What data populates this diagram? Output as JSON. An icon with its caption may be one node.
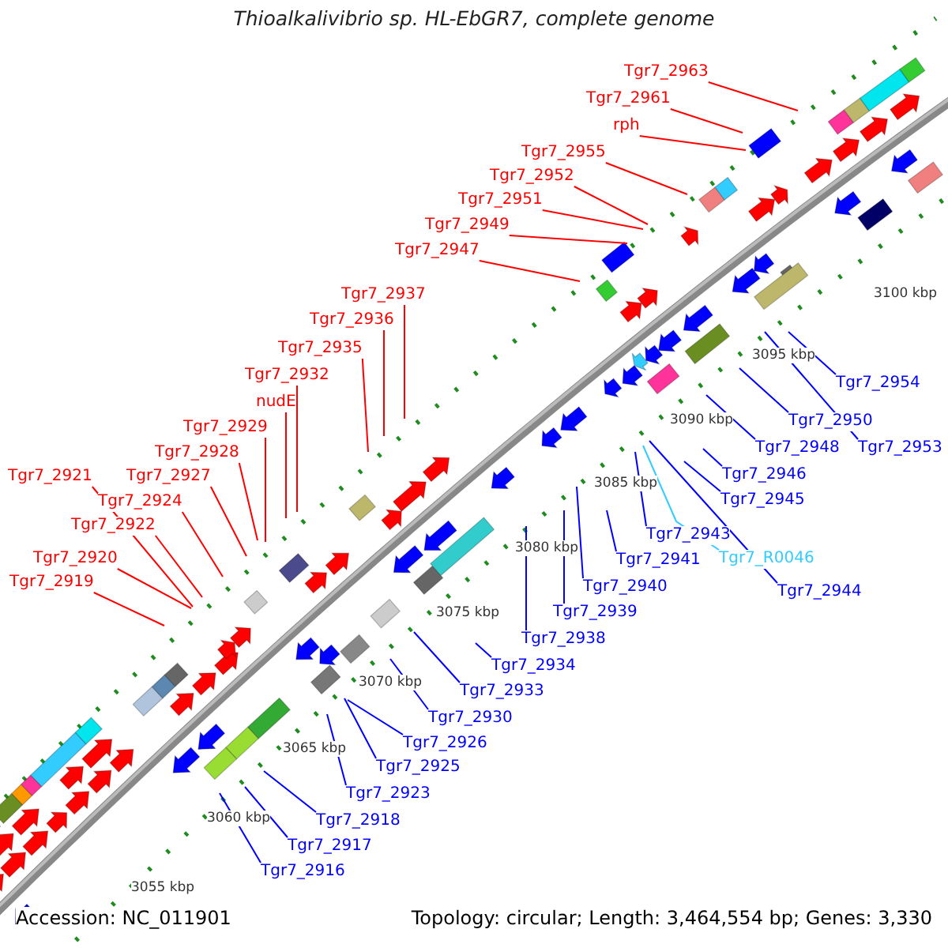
{
  "diagram": {
    "title": "Thioalkalivibrio sp. HL-EbGR7, complete genome",
    "nodes": [
      {
        "text": [
          "Tgr7_2963"
        ]
      },
      {
        "text": [
          "Tgr7_2961"
        ]
      },
      {
        "text": [
          "rph"
        ]
      },
      {
        "text": [
          "Tgr7_2955"
        ]
      },
      {
        "text": [
          "Tgr7_2952"
        ]
      },
      {
        "text": [
          "Tgr7_2951"
        ]
      },
      {
        "text": [
          "Tgr7_2949"
        ]
      },
      {
        "text": [
          "Tgr7_2947"
        ]
      },
      {
        "text": [
          "Tgr7_2937"
        ]
      },
      {
        "text": [
          "Tgr7_2936"
        ]
      },
      {
        "text": [
          "Tgr7_2935"
        ]
      },
      {
        "text": [
          "Tgr7_2932"
        ]
      },
      {
        "text": [
          "nudE"
        ]
      },
      {
        "text": [
          "Tgr7_2929"
        ]
      },
      {
        "text": [
          "Tgr7_2928"
        ]
      },
      {
        "text": [
          "Tgr7_2921"
        ]
      },
      {
        "text": [
          "Tgr7_2927"
        ]
      },
      {
        "text": [
          "Tgr7_2924"
        ]
      },
      {
        "text": [
          "Tgr7_2922"
        ]
      },
      {
        "text": [
          "Tgr7_2920"
        ]
      },
      {
        "text": [
          "Tgr7_2919"
        ]
      },
      {
        "text": [
          "Tgr7_2954"
        ]
      },
      {
        "text": [
          "Tgr7_2950"
        ]
      },
      {
        "text": [
          "Tgr7_2948"
        ]
      },
      {
        "text": [
          "Tgr7_2953"
        ]
      },
      {
        "text": [
          "Tgr7_2946"
        ]
      },
      {
        "text": [
          "Tgr7_2945"
        ]
      },
      {
        "text": [
          "Tgr7_2943"
        ]
      },
      {
        "text": [
          "Tgr7_R0046"
        ]
      },
      {
        "text": [
          "Tgr7_2941"
        ]
      },
      {
        "text": [
          "Tgr7_2940"
        ]
      },
      {
        "text": [
          "Tgr7_2944"
        ]
      },
      {
        "text": [
          "Tgr7_2939"
        ]
      },
      {
        "text": [
          "Tgr7_2938"
        ]
      },
      {
        "text": [
          "Tgr7_2934"
        ]
      },
      {
        "text": [
          "Tgr7_2933"
        ]
      },
      {
        "text": [
          "Tgr7_2930"
        ]
      },
      {
        "text": [
          "Tgr7_2926"
        ]
      },
      {
        "text": [
          "Tgr7_2925"
        ]
      },
      {
        "text": [
          "Tgr7_2923"
        ]
      },
      {
        "text": [
          "Tgr7_2918"
        ]
      },
      {
        "text": [
          "Tgr7_2917"
        ]
      },
      {
        "text": [
          "Tgr7_2916"
        ]
      }
    ],
    "edges": [
      {
        "from": 0,
        "to": null,
        "arrow": "none",
        "color": "#ff0000"
      },
      {
        "from": 1,
        "to": null,
        "arrow": "none",
        "color": "#ff0000"
      },
      {
        "from": 2,
        "to": null,
        "arrow": "none",
        "color": "#ff0000"
      },
      {
        "from": 3,
        "to": null,
        "arrow": "none",
        "color": "#ff0000"
      },
      {
        "from": 4,
        "to": null,
        "arrow": "none",
        "color": "#ff0000"
      },
      {
        "from": 5,
        "to": null,
        "arrow": "none",
        "color": "#ff0000"
      },
      {
        "from": 6,
        "to": null,
        "arrow": "none",
        "color": "#ff0000"
      },
      {
        "from": 7,
        "to": null,
        "arrow": "none",
        "color": "#ff0000"
      },
      {
        "from": 8,
        "to": null,
        "arrow": "none",
        "color": "#ff0000"
      },
      {
        "from": 9,
        "to": null,
        "arrow": "none",
        "color": "#ff0000"
      },
      {
        "from": 10,
        "to": null,
        "arrow": "none",
        "color": "#ff0000"
      },
      {
        "from": 11,
        "to": null,
        "arrow": "none",
        "color": "#ff0000"
      },
      {
        "from": 12,
        "to": null,
        "arrow": "none",
        "color": "#ff0000"
      },
      {
        "from": 13,
        "to": null,
        "arrow": "none",
        "color": "#ff0000"
      },
      {
        "from": 14,
        "to": null,
        "arrow": "none",
        "color": "#ff0000"
      },
      {
        "from": 15,
        "to": null,
        "arrow": "none",
        "color": "#ff0000"
      },
      {
        "from": 16,
        "to": null,
        "arrow": "none",
        "color": "#ff0000"
      },
      {
        "from": 17,
        "to": null,
        "arrow": "none",
        "color": "#ff0000"
      },
      {
        "from": 18,
        "to": null,
        "arrow": "none",
        "color": "#ff0000"
      },
      {
        "from": 19,
        "to": null,
        "arrow": "none",
        "color": "#ff0000"
      },
      {
        "from": 20,
        "to": null,
        "arrow": "none",
        "color": "#ff0000"
      },
      {
        "from": 21,
        "to": null,
        "arrow": "none",
        "color": "#0000ff"
      },
      {
        "from": 22,
        "to": null,
        "arrow": "none",
        "color": "#0000ff"
      },
      {
        "from": 23,
        "to": null,
        "arrow": "none",
        "color": "#0000ff"
      },
      {
        "from": 24,
        "to": null,
        "arrow": "none",
        "color": "#0000ff"
      },
      {
        "from": 25,
        "to": null,
        "arrow": "none",
        "color": "#0000ff"
      },
      {
        "from": 26,
        "to": null,
        "arrow": "none",
        "color": "#0000ff"
      },
      {
        "from": 27,
        "to": null,
        "arrow": "none",
        "color": "#0000ff"
      },
      {
        "from": 28,
        "to": null,
        "arrow": "none",
        "color": "#33ccff"
      },
      {
        "from": 29,
        "to": null,
        "arrow": "none",
        "color": "#0000ff"
      },
      {
        "from": 30,
        "to": null,
        "arrow": "none",
        "color": "#0000ff"
      },
      {
        "from": 31,
        "to": null,
        "arrow": "none",
        "color": "#0000ff"
      },
      {
        "from": 32,
        "to": null,
        "arrow": "none",
        "color": "#0000ff"
      },
      {
        "from": 33,
        "to": null,
        "arrow": "none",
        "color": "#0000ff"
      },
      {
        "from": 34,
        "to": null,
        "arrow": "none",
        "color": "#0000ff"
      },
      {
        "from": 35,
        "to": null,
        "arrow": "none",
        "color": "#0000ff"
      },
      {
        "from": 36,
        "to": null,
        "arrow": "none",
        "color": "#0000ff"
      },
      {
        "from": 37,
        "to": null,
        "arrow": "none",
        "color": "#0000ff"
      },
      {
        "from": 38,
        "to": null,
        "arrow": "none",
        "color": "#0000ff"
      },
      {
        "from": 39,
        "to": null,
        "arrow": "none",
        "color": "#0000ff"
      },
      {
        "from": 40,
        "to": null,
        "arrow": "none",
        "color": "#0000ff"
      },
      {
        "from": 41,
        "to": null,
        "arrow": "none",
        "color": "#0000ff"
      },
      {
        "from": 42,
        "to": null,
        "arrow": "none",
        "color": "#0000ff"
      }
    ],
    "labels": [
      "3100 kbp",
      "3095 kbp",
      "3090 kbp",
      "3085 kbp",
      "3080 kbp",
      "3075 kbp",
      "3070 kbp",
      "3065 kbp",
      "3060 kbp",
      "3055 kbp",
      "Accession: NC_011901",
      "Topology: circular; Length: 3,464,554 bp; Genes: 3,330"
    ]
  }
}
